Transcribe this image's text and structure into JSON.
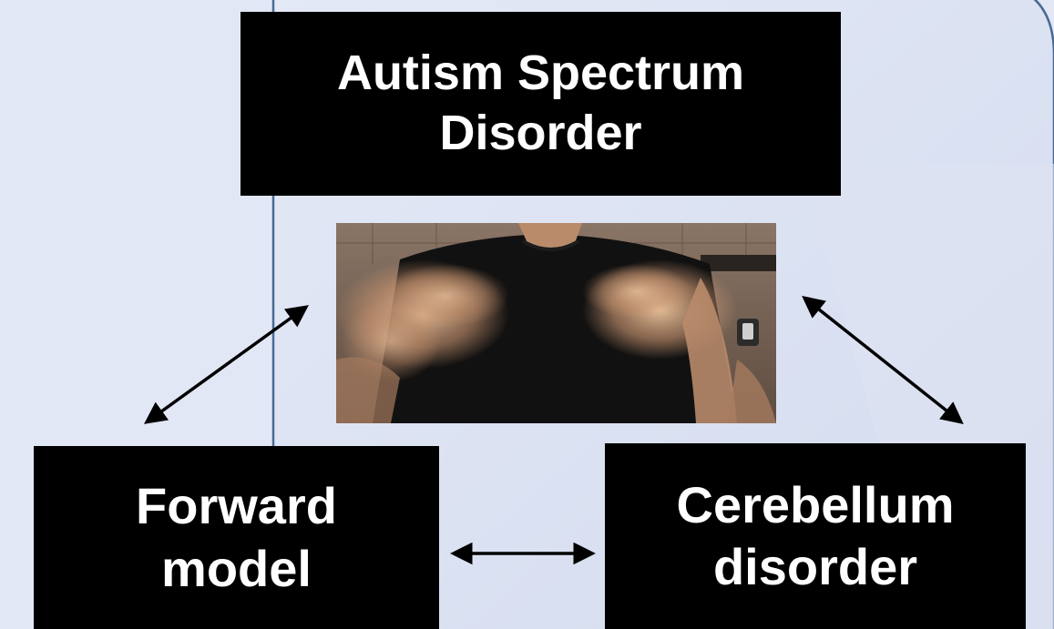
{
  "diagram": {
    "nodes": {
      "top": {
        "lines": [
          "Autism Spectrum",
          "Disorder"
        ]
      },
      "left": {
        "lines": [
          "Forward",
          "model"
        ]
      },
      "right": {
        "lines": [
          "Cerebellum",
          "disorder"
        ]
      }
    },
    "center_image": {
      "subject": "hand-flapping-photo"
    },
    "edges": [
      {
        "from": "center_image",
        "to": "left",
        "direction": "bidirectional"
      },
      {
        "from": "center_image",
        "to": "right",
        "direction": "bidirectional"
      },
      {
        "from": "left",
        "to": "right",
        "direction": "bidirectional"
      }
    ]
  },
  "colors": {
    "background": "#e2e7f5",
    "panel": "#d5dcef",
    "panel_border": "#4a6a93",
    "box": "#000000",
    "text": "#ffffff",
    "arrow": "#000000"
  }
}
